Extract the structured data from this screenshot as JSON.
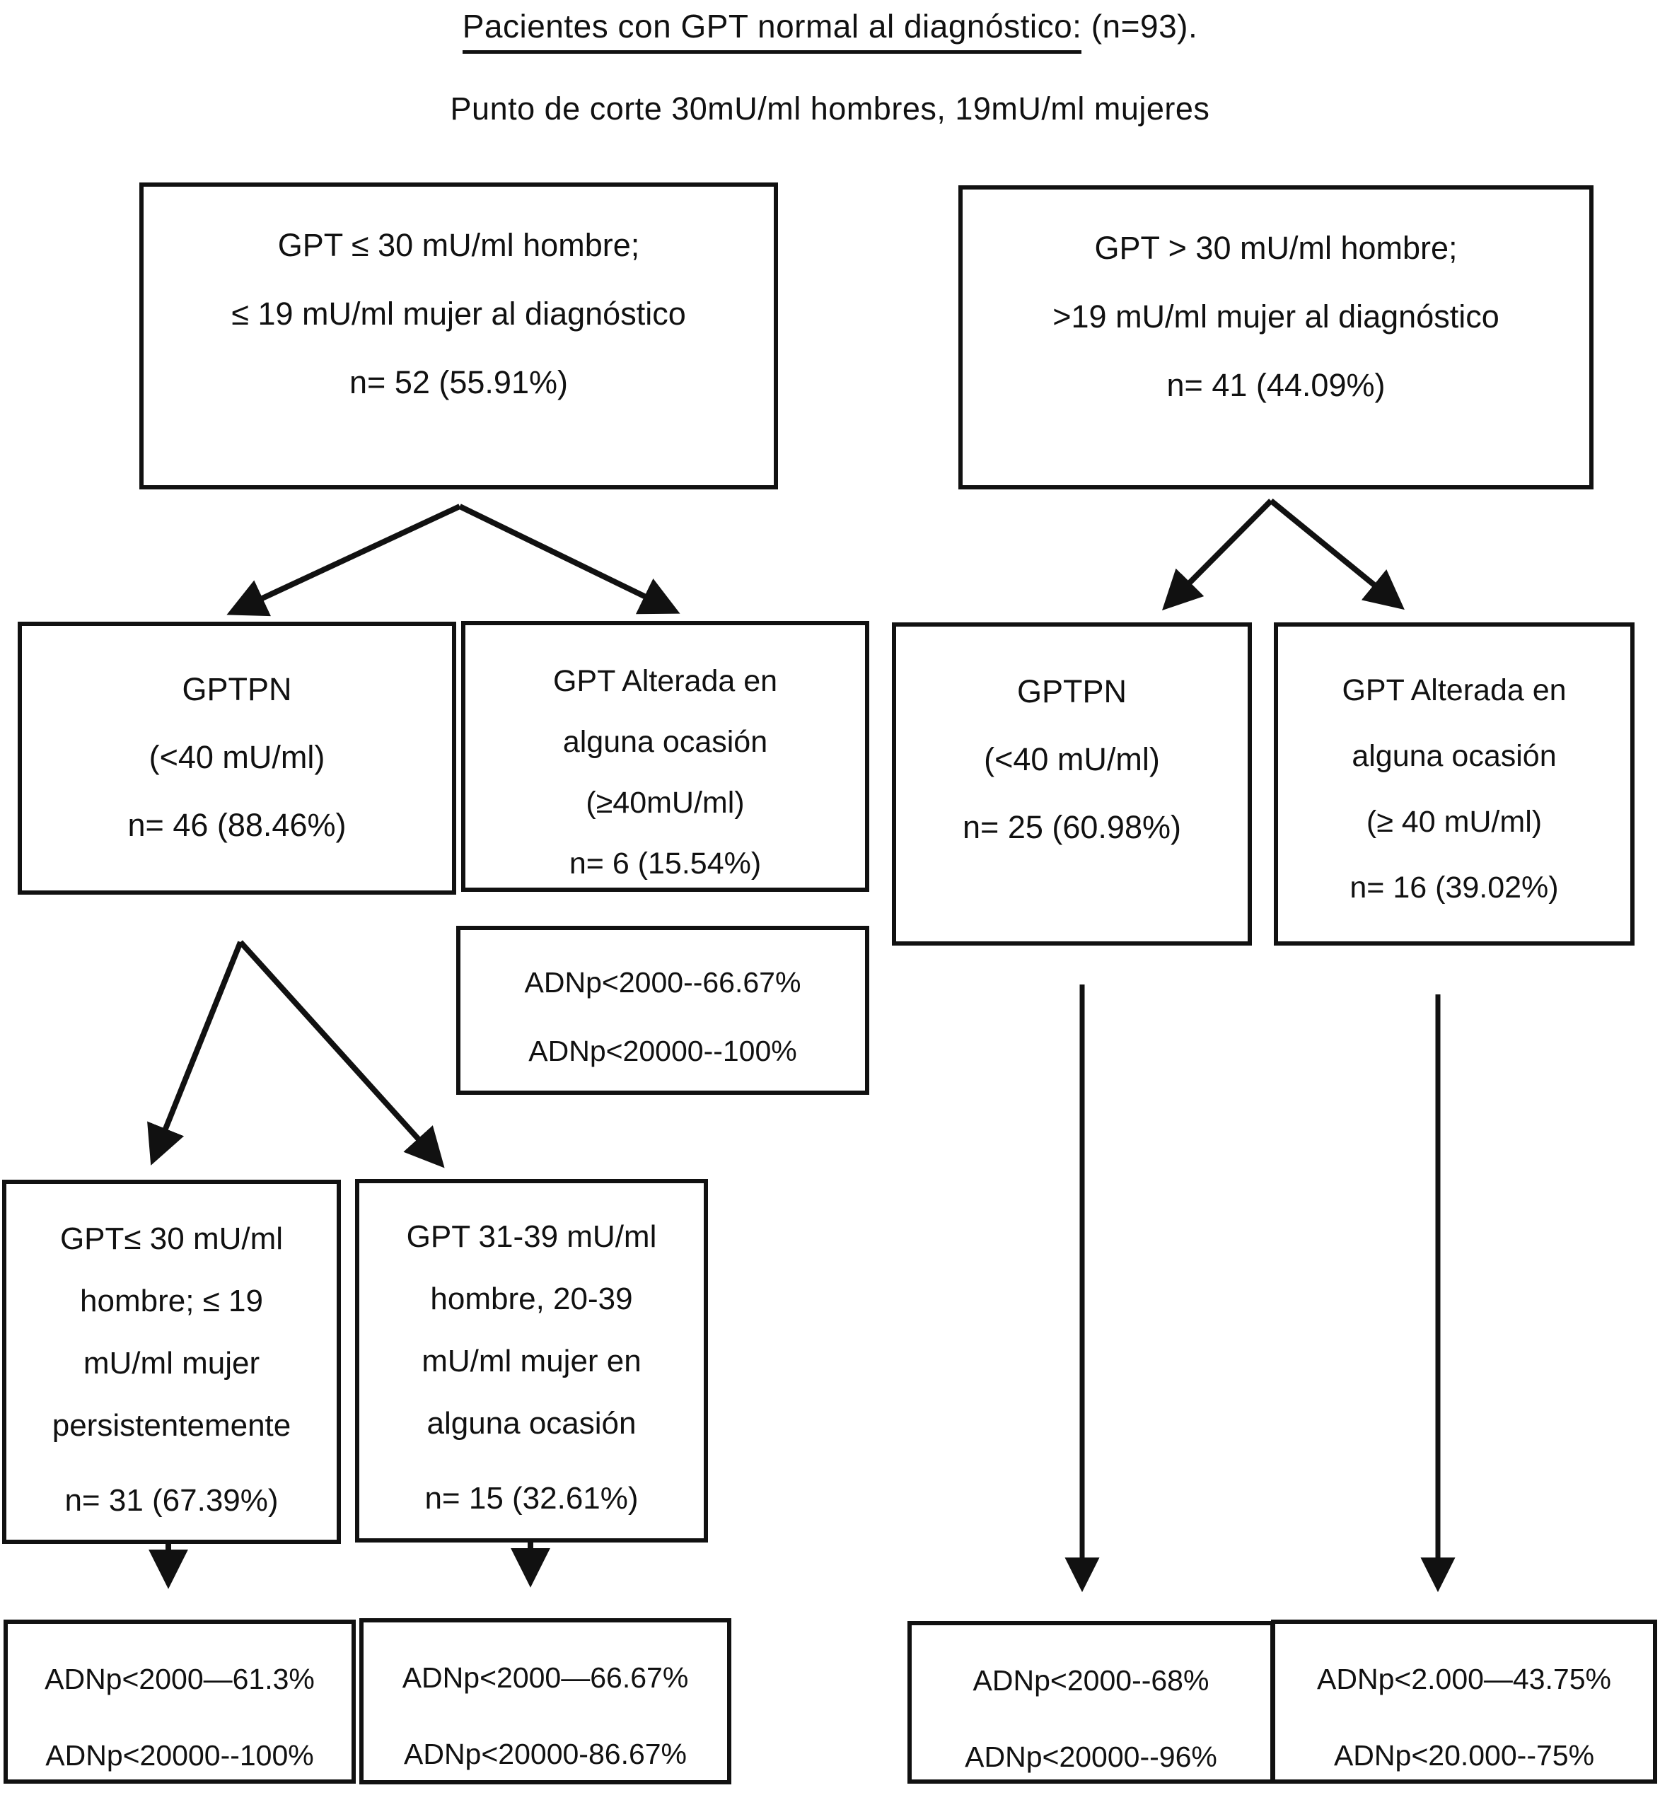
{
  "figure": {
    "title_underlined": "Pacientes con GPT normal al diagnóstico:",
    "title_rest": " (n=93).",
    "subtitle": "Punto de corte 30mU/ml hombres, 19mU/ml mujeres"
  },
  "boxes": {
    "gpt_normal_dx": {
      "lines": [
        "GPT ≤ 30 mU/ml hombre;",
        "≤ 19 mU/ml mujer al diagnóstico",
        "n= 52 (55.91%)"
      ]
    },
    "gpt_elevated_dx": {
      "lines": [
        "GPT > 30 mU/ml hombre;",
        ">19 mU/ml mujer al diagnóstico",
        "n= 41 (44.09%)"
      ]
    },
    "gptpn_left": {
      "lines": [
        "GPTPN",
        "(<40 mU/ml)",
        "n= 46 (88.46%)"
      ]
    },
    "gpt_altered_left": {
      "lines": [
        "GPT Alterada en",
        "alguna ocasión",
        "(≥40mU/ml)",
        "n= 6 (15.54%)"
      ]
    },
    "gptpn_right": {
      "lines": [
        "GPTPN",
        "(<40 mU/ml)",
        "n= 25 (60.98%)"
      ]
    },
    "gpt_altered_right": {
      "lines": [
        "GPT Alterada en",
        "alguna ocasión",
        "(≥ 40 mU/ml)",
        "n= 16 (39.02%)"
      ]
    },
    "adnp_altered_left": {
      "lines": [
        "ADNp<2000--66.67%",
        "ADNp<20000--100%"
      ]
    },
    "gpt_persistent_normal": {
      "lines": [
        "GPT≤ 30 mU/ml",
        "hombre; ≤ 19",
        "mU/ml mujer",
        "persistentemente"
      ],
      "n_line": "n= 31 (67.39%)"
    },
    "gpt_31_39": {
      "lines": [
        "GPT 31-39 mU/ml",
        "hombre, 20-39",
        "mU/ml mujer en",
        "alguna ocasión"
      ],
      "n_line": "n= 15 (32.61%)"
    },
    "adnp_persistent_normal": {
      "lines": [
        "ADNp<2000—61.3%",
        "ADNp<20000--100%"
      ]
    },
    "adnp_31_39": {
      "lines": [
        "ADNp<2000—66.67%",
        "ADNp<20000-86.67%"
      ]
    },
    "adnp_gptpn_right": {
      "lines": [
        "ADNp<2000--68%",
        "ADNp<20000--96%"
      ]
    },
    "adnp_altered_right": {
      "lines": [
        "ADNp<2.000—43.75%",
        "ADNp<20.000--75%"
      ]
    }
  }
}
